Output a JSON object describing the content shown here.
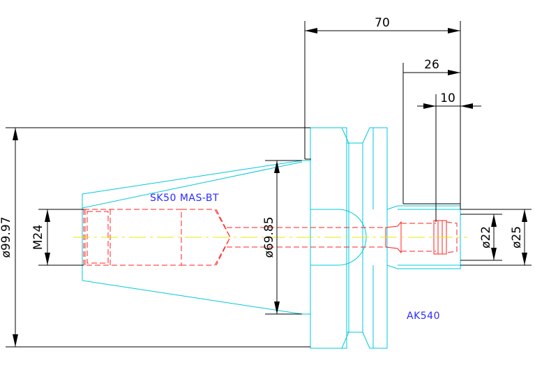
{
  "dimensions": {
    "overall_length": "70",
    "shank_length": "26",
    "neck_length": "10",
    "flange_diameter": "ø99.97",
    "taper_diameter": "ø69.85",
    "thread_size": "M24",
    "bore_diameter_small": "ø22",
    "bore_diameter_large": "ø25"
  },
  "labels": {
    "taper_spec": "SK50 MAS-BT",
    "adapter_spec": "AK540"
  },
  "colors": {
    "outline": "#00c8d8",
    "hidden_lines": "#ff2020",
    "centerline": "#e8e800",
    "dimensions": "#000000",
    "annotation_text": "#2a2aff"
  }
}
